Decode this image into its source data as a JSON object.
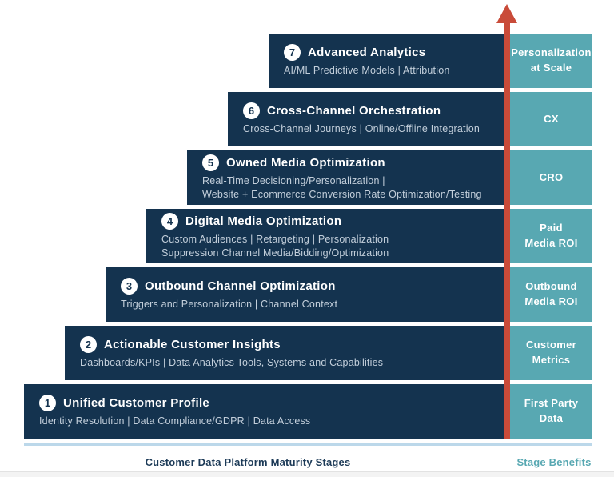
{
  "colors": {
    "navy": "#14334F",
    "teal": "#58A8B2",
    "red": "#C94B39",
    "subtitle_text": "#C3CFDB",
    "underline_blue": "#BCD8EA"
  },
  "captions": {
    "stages_axis": "Customer Data Platform Maturity Stages",
    "benefits_axis": "Stage Benefits"
  },
  "stages": [
    {
      "number": "7",
      "title": "Advanced Analytics",
      "subtitle": "AI/ML Predictive Models | Attribution",
      "benefit": "Personalization\nat Scale"
    },
    {
      "number": "6",
      "title": "Cross-Channel Orchestration",
      "subtitle": "Cross-Channel Journeys | Online/Offline Integration",
      "benefit": "CX"
    },
    {
      "number": "5",
      "title": "Owned Media Optimization",
      "subtitle": "Real-Time Decisioning/Personalization |\nWebsite + Ecommerce Conversion Rate Optimization/Testing",
      "benefit": "CRO"
    },
    {
      "number": "4",
      "title": "Digital Media Optimization",
      "subtitle": "Custom Audiences | Retargeting | Personalization\nSuppression Channel Media/Bidding/Optimization",
      "benefit": "Paid\nMedia ROI"
    },
    {
      "number": "3",
      "title": "Outbound Channel Optimization",
      "subtitle": "Triggers and Personalization | Channel Context",
      "benefit": "Outbound\nMedia ROI"
    },
    {
      "number": "2",
      "title": "Actionable Customer Insights",
      "subtitle": "Dashboards/KPIs | Data Analytics Tools, Systems and Capabilities",
      "benefit": "Customer\nMetrics"
    },
    {
      "number": "1",
      "title": "Unified Customer Profile",
      "subtitle": "Identity Resolution | Data Compliance/GDPR | Data Access",
      "benefit": "First Party\nData"
    }
  ]
}
